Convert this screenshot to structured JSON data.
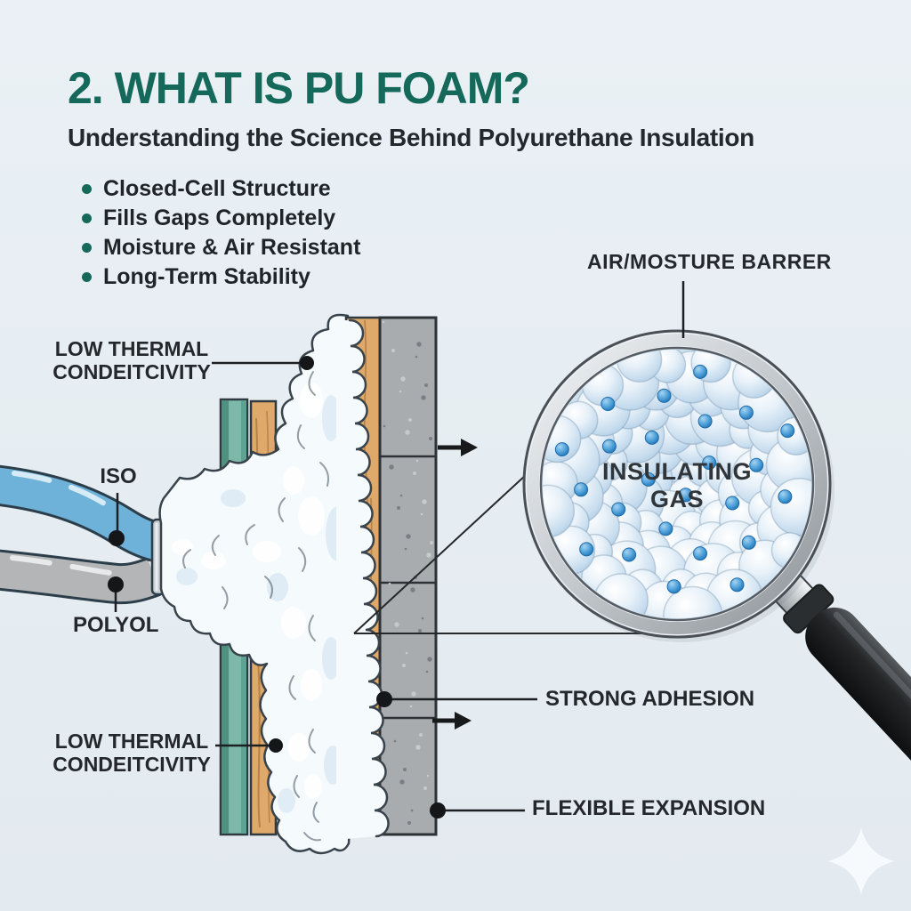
{
  "header": {
    "title": "2. WHAT IS PU FOAM?",
    "subtitle": "Understanding the Science Behind Polyurethane Insulation"
  },
  "features": [
    "Closed-Cell Structure",
    "Fills Gaps Completely",
    "Moisture & Air Resistant",
    "Long-Term Stability"
  ],
  "callouts": {
    "low_thermal_top": {
      "line1": "LOW THERMAL",
      "line2": "CONDEITCIVITY"
    },
    "iso": "ISO",
    "polyol": "POLYOL",
    "low_thermal_bottom": {
      "line1": "LOW THERMAL",
      "line2": "CONDEITCIVITY"
    },
    "air_moisture_barrier": "AIR/MOSTURE BARRER",
    "insulating_gas": {
      "line1": "INSULATING",
      "line2": "GAS"
    },
    "strong_adhesion": "STRONG ADHESION",
    "flexible_expansion": "FLEXIBLE EXPANSION"
  },
  "diagram": {
    "colors": {
      "accent_teal": "#15695A",
      "text_dark": "#24282C",
      "background": "#E8EEF3",
      "sheathing_teal": "#7DB8A8",
      "wood": "#DFA96B",
      "concrete": "#A9ACAE",
      "iso_tube_blue": "#6FB2D9",
      "polyol_tube_gray": "#B3B5B6",
      "foam_white": "#F5FAFD",
      "bubble_blue": "#C6DCEE",
      "gas_dot_blue": "#2F86C8"
    }
  }
}
